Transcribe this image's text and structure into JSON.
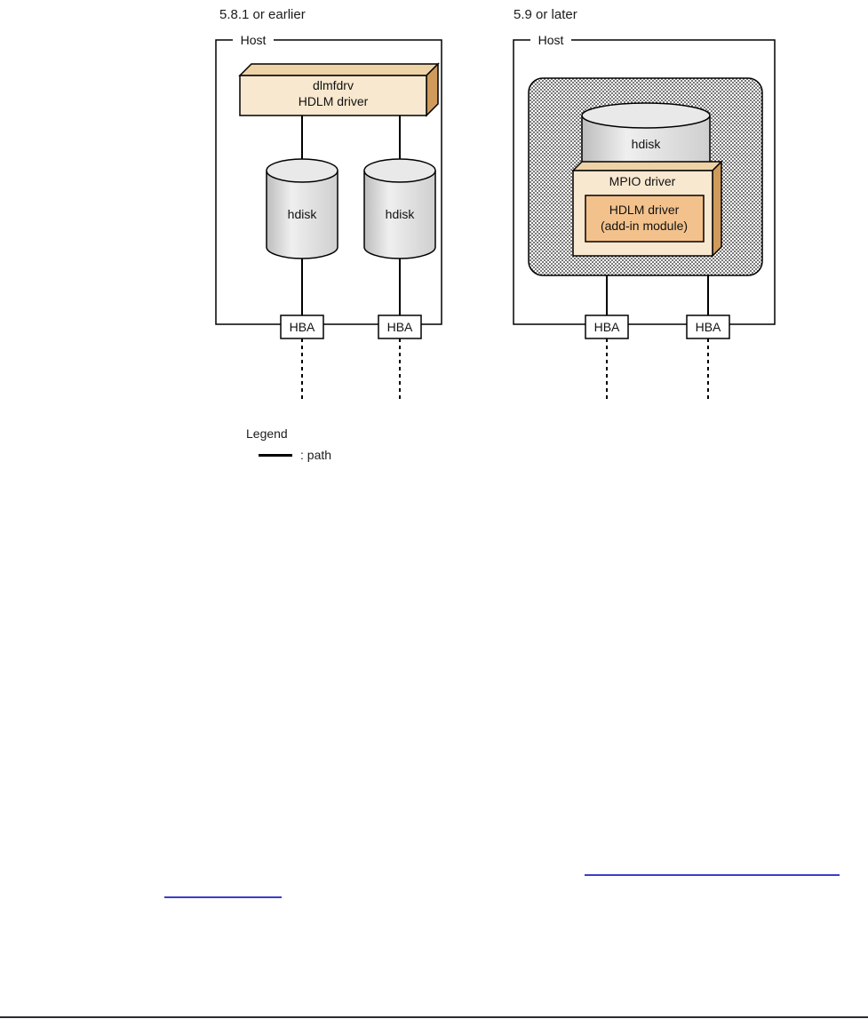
{
  "page": {
    "left_diagram": {
      "title": "5.8.1 or earlier",
      "host_label": "Host",
      "driver_box": {
        "line1": "dlmfdrv",
        "line2": "HDLM driver"
      },
      "disks": [
        "hdisk",
        "hdisk"
      ],
      "hbas": [
        "HBA",
        "HBA"
      ]
    },
    "right_diagram": {
      "title": "5.9 or later",
      "host_label": "Host",
      "disk": "hdisk",
      "mpio_label": "MPIO driver",
      "hdlm_addin_box": {
        "line1": "HDLM driver",
        "line2": "(add-in module)"
      },
      "hbas": [
        "HBA",
        "HBA"
      ]
    },
    "legend": {
      "title": "Legend",
      "path_label": ": path"
    }
  },
  "colors": {
    "box_front": "#f8e8cf",
    "box_top": "#eed3a6",
    "box_side": "#d09a5b",
    "addin_box": "#f3c28c",
    "cylinder_top": "#e9e9e9",
    "link_underline": "#3c3ccd",
    "outline": "#000000"
  }
}
